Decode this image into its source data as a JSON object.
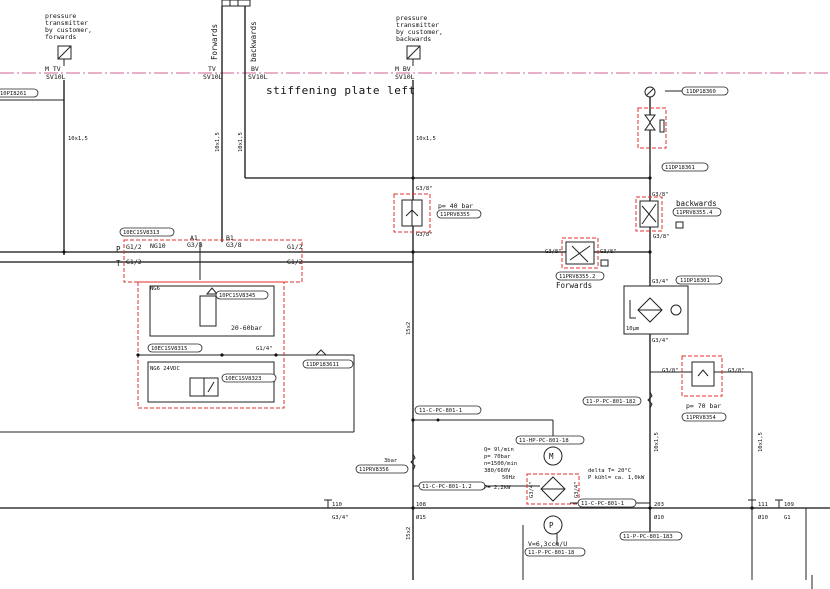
{
  "labels": {
    "pt_fwd": [
      "pressure",
      "transmitter",
      "by customer,",
      "forwards"
    ],
    "pt_bwd": [
      "pressure",
      "transmitter",
      "by customer,",
      "backwards"
    ],
    "forwards_v": "Forwards",
    "backwards_v": "backwards",
    "mtv": "M TV",
    "tv": "TV",
    "bv": "BV",
    "mbv": "M BV",
    "sv10l": "SV10L",
    "stiffening": "stiffening plate left",
    "tag_left": "10PI8261",
    "size_a": "10x1,5",
    "size_b": "10x1,5",
    "size_c": "10x1,5",
    "size_d": "10x1,5",
    "size_e": "15x2",
    "size_f": "15x2",
    "size_g": "10x1,5",
    "size_h": "10x1,5",
    "g38": "G3/8\"",
    "p40": "p= 40 bar",
    "prv355": "11PRV8355",
    "backwards_lbl": "backwards",
    "prv3554": "11PRV8355.4",
    "prv3552": "11PRV8355.2",
    "forwards_lbl": "Forwards",
    "tag_8360": "11DP18360",
    "tag_8361": "11DP18361",
    "tag_8301": "11DP18301",
    "g34": "G3/4\"",
    "tenum": "10µm",
    "p70": "p= 70 bar",
    "prv354": "11PRV8354",
    "tag_802": "11-P-PC-801-182",
    "ng10": "NG10",
    "g12": "G1/2",
    "a1": "A1",
    "b1": "B1",
    "g38b": "G3/8",
    "p": "P",
    "t": "T",
    "sv313": "10EC1SV8313",
    "sv345": "10PC1SV8345",
    "range": "20-60bar",
    "ng6": "NG6",
    "sv315": "10EC1SV8315",
    "g14": "G1/4\"",
    "ng6_24": "NG6 24VDC",
    "sv323": "10EC1SV8323",
    "tag_3611": "11DP183611",
    "pc8011": "11-C-PC-801-1",
    "pump_tag": "11-HP-PC-801-18",
    "pump_spec": [
      "Q= 9l/min",
      "p= 70bar",
      "n=1500/min",
      "380/660V",
      "50Hz",
      "P= 2,2kW"
    ],
    "motor_m": "M",
    "bar3": "3bar",
    "prv356": "11PRV8356",
    "pc8012": "11-C-PC-801-1.2",
    "delta": [
      "delta T= 20°C",
      "P kühl= ca. 1,0kW"
    ],
    "pc801": "11-C-PC-801-1",
    "pump_p": "P",
    "pump_v": "V=6,3ccm/U",
    "pump_tag2": "11-P-PC-801-18",
    "pc803": "11-P-PC-801-183",
    "n110": "110",
    "g34b": "G3/4\"",
    "n108": "108",
    "n15": "Ø15",
    "n203": "203",
    "n10": "Ø10",
    "n111": "111",
    "n109": "109",
    "n10b": "Ø10",
    "g1": "G1"
  }
}
